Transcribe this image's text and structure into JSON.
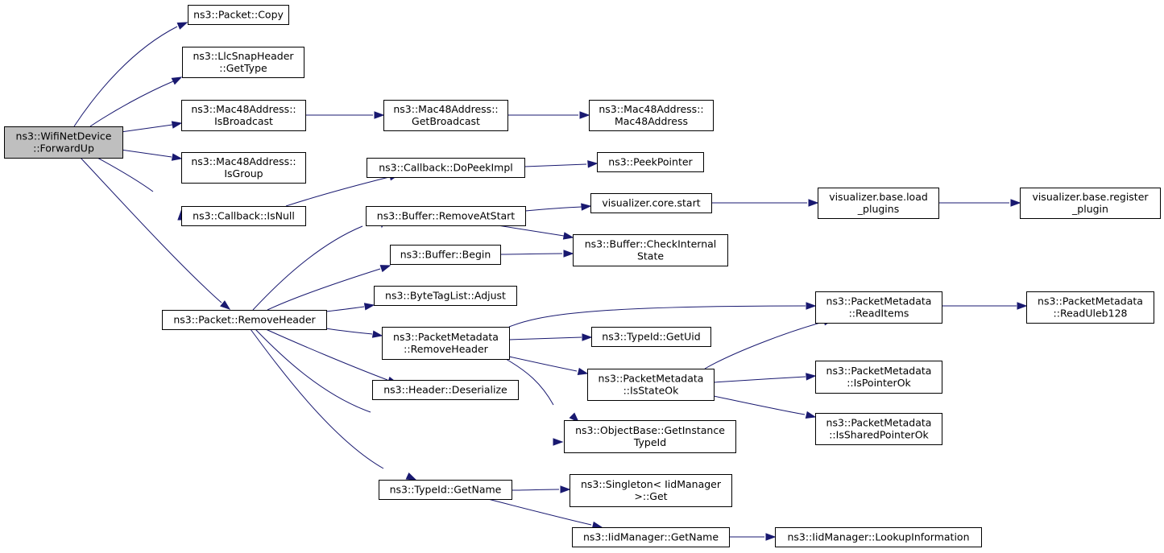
{
  "root": "n_forwardup",
  "nodes": [
    {
      "id": "n_forwardup",
      "lines": [
        "ns3::WifiNetDevice",
        "::ForwardUp"
      ],
      "highlight": true
    },
    {
      "id": "n_pkt_copy",
      "lines": [
        "ns3::Packet::Copy"
      ]
    },
    {
      "id": "n_llc_gettype",
      "lines": [
        "ns3::LlcSnapHeader",
        "::GetType"
      ]
    },
    {
      "id": "n_mac_isbroadcast",
      "lines": [
        "ns3::Mac48Address::",
        "IsBroadcast"
      ]
    },
    {
      "id": "n_mac_getbroadcast",
      "lines": [
        "ns3::Mac48Address::",
        "GetBroadcast"
      ]
    },
    {
      "id": "n_mac_ctor",
      "lines": [
        "ns3::Mac48Address::",
        "Mac48Address"
      ]
    },
    {
      "id": "n_mac_isgroup",
      "lines": [
        "ns3::Mac48Address::",
        "IsGroup"
      ]
    },
    {
      "id": "n_cb_isnull",
      "lines": [
        "ns3::Callback::IsNull"
      ]
    },
    {
      "id": "n_cb_dopeek",
      "lines": [
        "ns3::Callback::DoPeekImpl"
      ]
    },
    {
      "id": "n_peekpointer",
      "lines": [
        "ns3::PeekPointer"
      ]
    },
    {
      "id": "n_pkt_removeheader",
      "lines": [
        "ns3::Packet::RemoveHeader"
      ]
    },
    {
      "id": "n_buf_removeatstart",
      "lines": [
        "ns3::Buffer::RemoveAtStart"
      ]
    },
    {
      "id": "n_vis_core_start",
      "lines": [
        "visualizer.core.start"
      ]
    },
    {
      "id": "n_vis_load_plugins",
      "lines": [
        "visualizer.base.load",
        "_plugins"
      ]
    },
    {
      "id": "n_vis_register_plugin",
      "lines": [
        "visualizer.base.register",
        "_plugin"
      ]
    },
    {
      "id": "n_buf_begin",
      "lines": [
        "ns3::Buffer::Begin"
      ]
    },
    {
      "id": "n_buf_checkinternal",
      "lines": [
        "ns3::Buffer::CheckInternal",
        "State"
      ]
    },
    {
      "id": "n_bytetag_adjust",
      "lines": [
        "ns3::ByteTagList::Adjust"
      ]
    },
    {
      "id": "n_pm_removeheader",
      "lines": [
        "ns3::PacketMetadata",
        "::RemoveHeader"
      ]
    },
    {
      "id": "n_pm_readitems",
      "lines": [
        "ns3::PacketMetadata",
        "::ReadItems"
      ]
    },
    {
      "id": "n_pm_readuleb",
      "lines": [
        "ns3::PacketMetadata",
        "::ReadUleb128"
      ]
    },
    {
      "id": "n_typeid_getuid",
      "lines": [
        "ns3::TypeId::GetUid"
      ]
    },
    {
      "id": "n_pm_isstateok",
      "lines": [
        "ns3::PacketMetadata",
        "::IsStateOk"
      ]
    },
    {
      "id": "n_pm_ispointerok",
      "lines": [
        "ns3::PacketMetadata",
        "::IsPointerOk"
      ]
    },
    {
      "id": "n_pm_issharedptrok",
      "lines": [
        "ns3::PacketMetadata",
        "::IsSharedPointerOk"
      ]
    },
    {
      "id": "n_hdr_deserialize",
      "lines": [
        "ns3::Header::Deserialize"
      ]
    },
    {
      "id": "n_objbase_getinstancetypeid",
      "lines": [
        "ns3::ObjectBase::GetInstance",
        "TypeId"
      ]
    },
    {
      "id": "n_typeid_getname",
      "lines": [
        "ns3::TypeId::GetName"
      ]
    },
    {
      "id": "n_singleton_get",
      "lines": [
        "ns3::Singleton< IidManager",
        ">::Get"
      ]
    },
    {
      "id": "n_iid_getname",
      "lines": [
        "ns3::IidManager::GetName"
      ]
    },
    {
      "id": "n_iid_lookup",
      "lines": [
        "ns3::IidManager::LookupInformation"
      ]
    }
  ],
  "edges": [
    [
      "n_forwardup",
      "n_pkt_copy"
    ],
    [
      "n_forwardup",
      "n_llc_gettype"
    ],
    [
      "n_forwardup",
      "n_mac_isbroadcast"
    ],
    [
      "n_forwardup",
      "n_mac_isgroup"
    ],
    [
      "n_forwardup",
      "n_cb_isnull"
    ],
    [
      "n_forwardup",
      "n_pkt_removeheader"
    ],
    [
      "n_mac_isbroadcast",
      "n_mac_getbroadcast"
    ],
    [
      "n_mac_getbroadcast",
      "n_mac_ctor"
    ],
    [
      "n_cb_isnull",
      "n_cb_dopeek"
    ],
    [
      "n_cb_dopeek",
      "n_peekpointer"
    ],
    [
      "n_pkt_removeheader",
      "n_buf_removeatstart"
    ],
    [
      "n_pkt_removeheader",
      "n_buf_begin"
    ],
    [
      "n_pkt_removeheader",
      "n_bytetag_adjust"
    ],
    [
      "n_pkt_removeheader",
      "n_pm_removeheader"
    ],
    [
      "n_pkt_removeheader",
      "n_hdr_deserialize"
    ],
    [
      "n_pkt_removeheader",
      "n_objbase_getinstancetypeid"
    ],
    [
      "n_pkt_removeheader",
      "n_typeid_getname"
    ],
    [
      "n_buf_removeatstart",
      "n_vis_core_start"
    ],
    [
      "n_buf_removeatstart",
      "n_buf_checkinternal"
    ],
    [
      "n_vis_core_start",
      "n_vis_load_plugins"
    ],
    [
      "n_vis_load_plugins",
      "n_vis_register_plugin"
    ],
    [
      "n_buf_begin",
      "n_buf_checkinternal"
    ],
    [
      "n_pm_removeheader",
      "n_pm_readitems"
    ],
    [
      "n_pm_removeheader",
      "n_typeid_getuid"
    ],
    [
      "n_pm_removeheader",
      "n_pm_isstateok"
    ],
    [
      "n_pm_removeheader",
      "n_objbase_getinstancetypeid"
    ],
    [
      "n_pm_readitems",
      "n_pm_readuleb"
    ],
    [
      "n_pm_isstateok",
      "n_pm_readitems"
    ],
    [
      "n_pm_isstateok",
      "n_pm_ispointerok"
    ],
    [
      "n_pm_isstateok",
      "n_pm_issharedptrok"
    ],
    [
      "n_typeid_getname",
      "n_singleton_get"
    ],
    [
      "n_typeid_getname",
      "n_iid_getname"
    ],
    [
      "n_iid_getname",
      "n_iid_lookup"
    ]
  ],
  "colors": {
    "edge": "#191970",
    "root_fill": "#bfbfbf",
    "node_fill": "#ffffff",
    "node_stroke": "#000000"
  }
}
